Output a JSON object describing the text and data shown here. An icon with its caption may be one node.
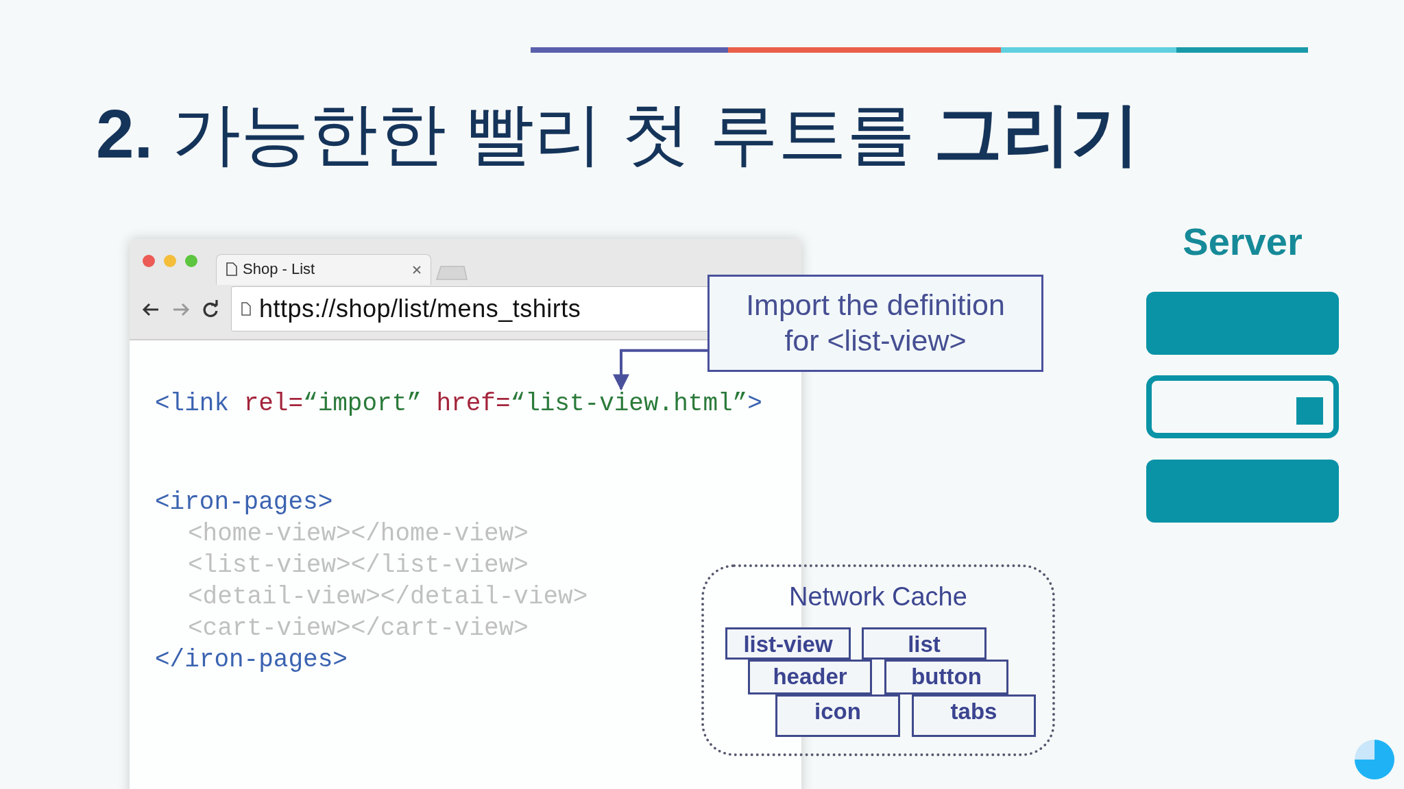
{
  "diagram": {
    "title": "**2.** 가능한한 빨리 첫 루트를 **그리기**",
    "nodes": [
      {
        "text": [
          "Import the definition for <list-view>"
        ]
      },
      {
        "text": [
          "<link rel=“import” href=“list-view.html”>"
        ]
      },
      {
        "text": [
          "Network Cache"
        ]
      },
      {
        "text": [
          "list-view"
        ],
        "in": 2
      },
      {
        "text": [
          "list"
        ],
        "in": 2
      },
      {
        "text": [
          "header"
        ],
        "in": 2
      },
      {
        "text": [
          "button"
        ],
        "in": 2
      },
      {
        "text": [
          "icon"
        ],
        "in": 2
      },
      {
        "text": [
          "tabs"
        ],
        "in": 2
      },
      {
        "text": [
          "Server"
        ]
      }
    ],
    "edges": [
      {
        "from": 0,
        "to": 1,
        "arrow": "to"
      }
    ],
    "labels": [
      "Shop - List",
      "https://shop/list/mens_tshirts",
      "<iron-pages>",
      "<home-view></home-view>",
      "<list-view></list-view>",
      "<detail-view></detail-view>",
      "<cart-view></cart-view>",
      "</iron-pages>"
    ]
  }
}
